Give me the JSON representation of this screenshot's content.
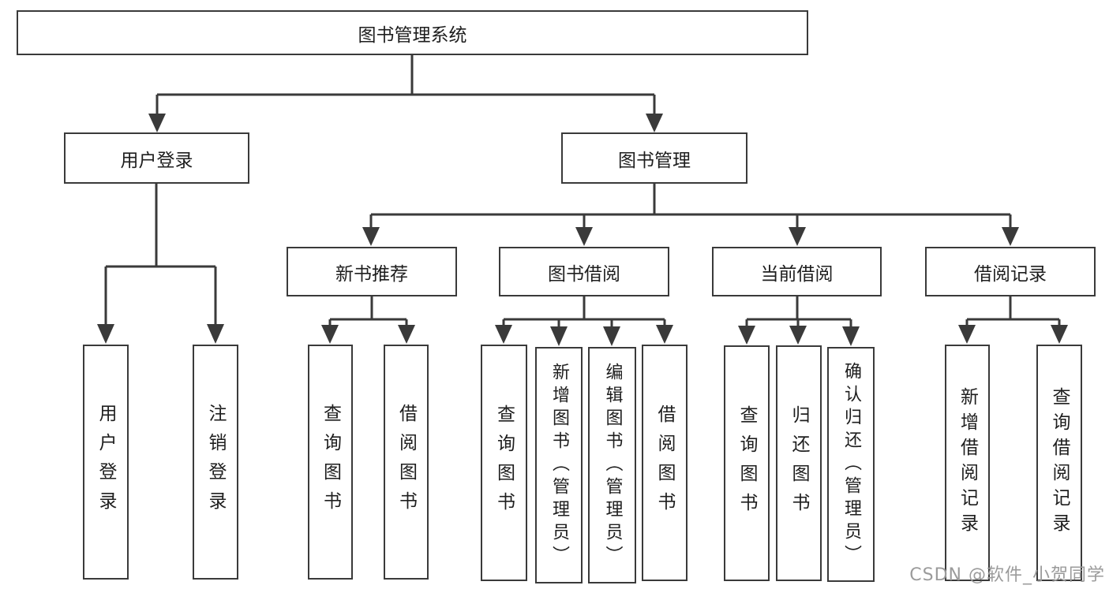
{
  "tree": {
    "root": {
      "label": "图书管理系统"
    },
    "children": [
      {
        "label": "用户登录",
        "children": [
          {
            "label": "用户登录"
          },
          {
            "label": "注销登录"
          }
        ]
      },
      {
        "label": "图书管理",
        "children": [
          {
            "label": "新书推荐",
            "children": [
              {
                "label": "查询图书"
              },
              {
                "label": "借阅图书"
              }
            ]
          },
          {
            "label": "图书借阅",
            "children": [
              {
                "label": "查询图书"
              },
              {
                "label": "新增图书（管理员）"
              },
              {
                "label": "编辑图书（管理员）"
              },
              {
                "label": "借阅图书"
              }
            ]
          },
          {
            "label": "当前借阅",
            "children": [
              {
                "label": "查询图书"
              },
              {
                "label": "归还图书"
              },
              {
                "label": "确认归还（管理员）"
              }
            ]
          },
          {
            "label": "借阅记录",
            "children": [
              {
                "label": "新增借阅记录"
              },
              {
                "label": "查询借阅记录"
              }
            ]
          }
        ]
      }
    ]
  },
  "watermark": {
    "text": "CSDN @软件_小贺同学"
  },
  "colors": {
    "line": "#3a3a3a",
    "text": "#1e1e1e",
    "watermark": "#9b9b9b",
    "background": "#ffffff"
  }
}
